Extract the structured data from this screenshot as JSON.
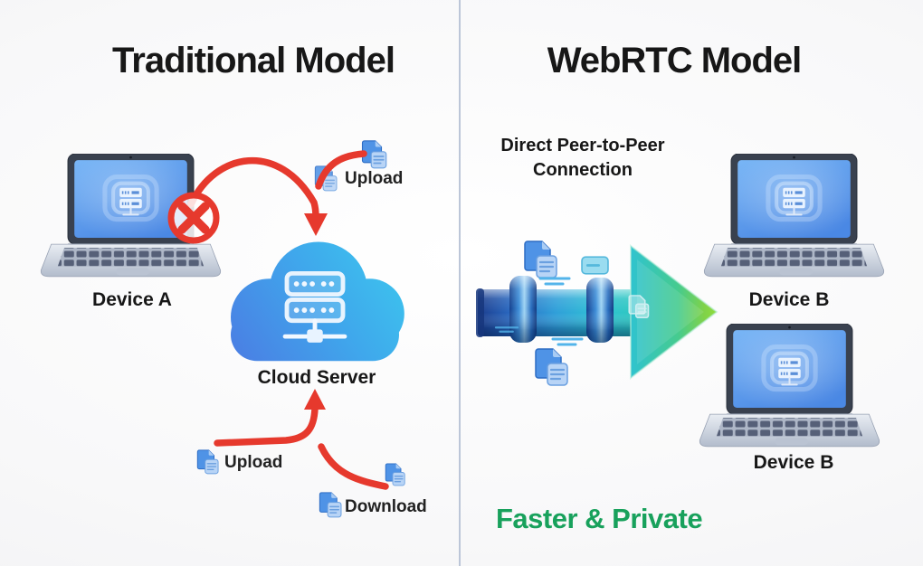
{
  "left": {
    "title": "Traditional Model",
    "device_a": "Device A",
    "cloud_server": "Cloud Server",
    "upload_top": "Upload",
    "upload_bottom": "Upload",
    "download": "Download"
  },
  "right": {
    "title": "WebRTC Model",
    "connection": "Direct Peer-to-Peer Connection",
    "device_b_top": "Device B",
    "device_b_bottom": "Device B",
    "benefit": "Faster & Private"
  },
  "icons": {
    "blocked": "blocked-x-icon",
    "file": "file-documents-icon",
    "cloud": "cloud-server-icon",
    "laptop": "laptop-icon",
    "pipe": "peer-to-peer-pipe-arrow-icon"
  },
  "colors": {
    "red": "#e6392d",
    "green": "#18a15c",
    "cloud_blue_start": "#4b7ce3",
    "cloud_blue_end": "#3cc9ee",
    "pipe_dark_blue": "#1b3c8c",
    "pipe_cyan": "#2fc2d4",
    "arrow_green_tip": "#8fdc3a",
    "divider": "#bcc6d8",
    "file_blue": "#4f93e6"
  }
}
